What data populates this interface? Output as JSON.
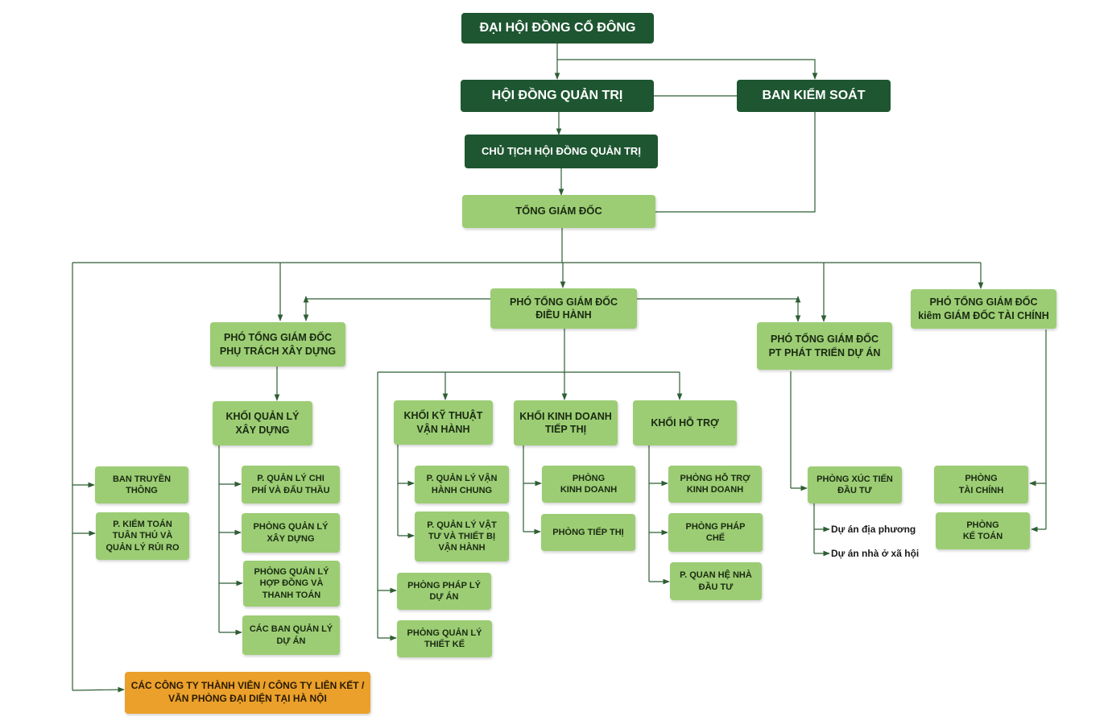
{
  "chart": {
    "dhdcd": "ĐẠI HỘI ĐỒNG CỔ ĐÔNG",
    "hdqt": "HỘI ĐỒNG QUẢN TRỊ",
    "bks": "BAN KIỂM SOÁT",
    "ct_hdqt": "CHỦ TỊCH HỘI ĐỒNG QUẢN TRỊ",
    "tgd": "TỔNG GIÁM ĐỐC",
    "ptgd_dh": "PHÓ TỔNG GIÁM ĐỐC\nĐIỀU HÀNH",
    "ptgd_xd": "PHÓ TỔNG GIÁM ĐỐC\nPHỤ TRÁCH XÂY DỰNG",
    "ptgd_ptda": "PHÓ TỔNG GIÁM ĐỐC\nPT PHÁT TRIỂN DỰ ÁN",
    "ptgd_tc": "PHÓ TỔNG GIÁM ĐỐC\nkiêm GIÁM ĐỐC TÀI CHÍNH",
    "khoi_qlxd": "KHỐI QUẢN LÝ\nXÂY DỰNG",
    "khoi_ktvh": "KHỐI KỸ THUẬT\nVẬN HÀNH",
    "khoi_kdtt": "KHỐI KINH DOANH\nTIẾP THỊ",
    "khoi_ht": "KHỐI HỖ TRỢ",
    "ban_truyen_thong": "BAN TRUYỀN\nTHÔNG",
    "p_kiem_toan": "P. KIỂM TOÁN\nTUÂN THỦ VÀ\nQUẢN LÝ RỦI RO",
    "p_ql_chi_phi": "P. QUẢN LÝ CHI\nPHÍ VÀ ĐẤU THẦU",
    "p_ql_xay_dung": "PHÒNG QUẢN LÝ\nXÂY DỰNG",
    "p_ql_hop_dong": "PHÒNG QUẢN LÝ\nHỢP ĐỒNG VÀ\nTHANH TOÁN",
    "cac_ban_qlda": "CÁC BAN QUẢN LÝ\nDỰ ÁN",
    "p_ql_van_hanh": "P. QUẢN LÝ VẬN\nHÀNH CHUNG",
    "p_ql_vat_tu": "P. QUẢN LÝ VẬT\nTƯ VÀ THIẾT BỊ\nVẬN HÀNH",
    "p_phap_ly_da": "PHÒNG PHÁP LÝ\nDỰ ÁN",
    "p_ql_thiet_ke": "PHÒNG QUẢN LÝ\nTHIẾT KẾ",
    "p_kinh_doanh": "PHÒNG\nKINH DOANH",
    "p_tiep_thi": "PHÒNG TIẾP THỊ",
    "p_ho_tro_kd": "PHÒNG HỖ TRỢ\nKINH DOANH",
    "p_phap_che": "PHÒNG PHÁP\nCHẾ",
    "p_quan_he_ndt": "P. QUAN HỆ NHÀ\nĐẦU TƯ",
    "p_xuc_tien": "PHÒNG XÚC TIẾN\nĐẦU TƯ",
    "du_an_dp": "Dự án địa phương",
    "du_an_nxh": "Dự án nhà ở xã hội",
    "p_tai_chinh": "PHÒNG\nTÀI CHÍNH",
    "p_ke_toan": "PHÒNG\nKẾ TOÁN",
    "cong_ty_tv": "CÁC CÔNG TY THÀNH VIÊN / CÔNG TY LIÊN KẾT /\nVĂN PHÒNG ĐẠI DIỆN TẠI HÀ NỘI"
  },
  "colors": {
    "dark_green": "#1e5631",
    "light_green": "#9ccd74",
    "orange": "#eaa02a",
    "line": "#2e5e34"
  }
}
